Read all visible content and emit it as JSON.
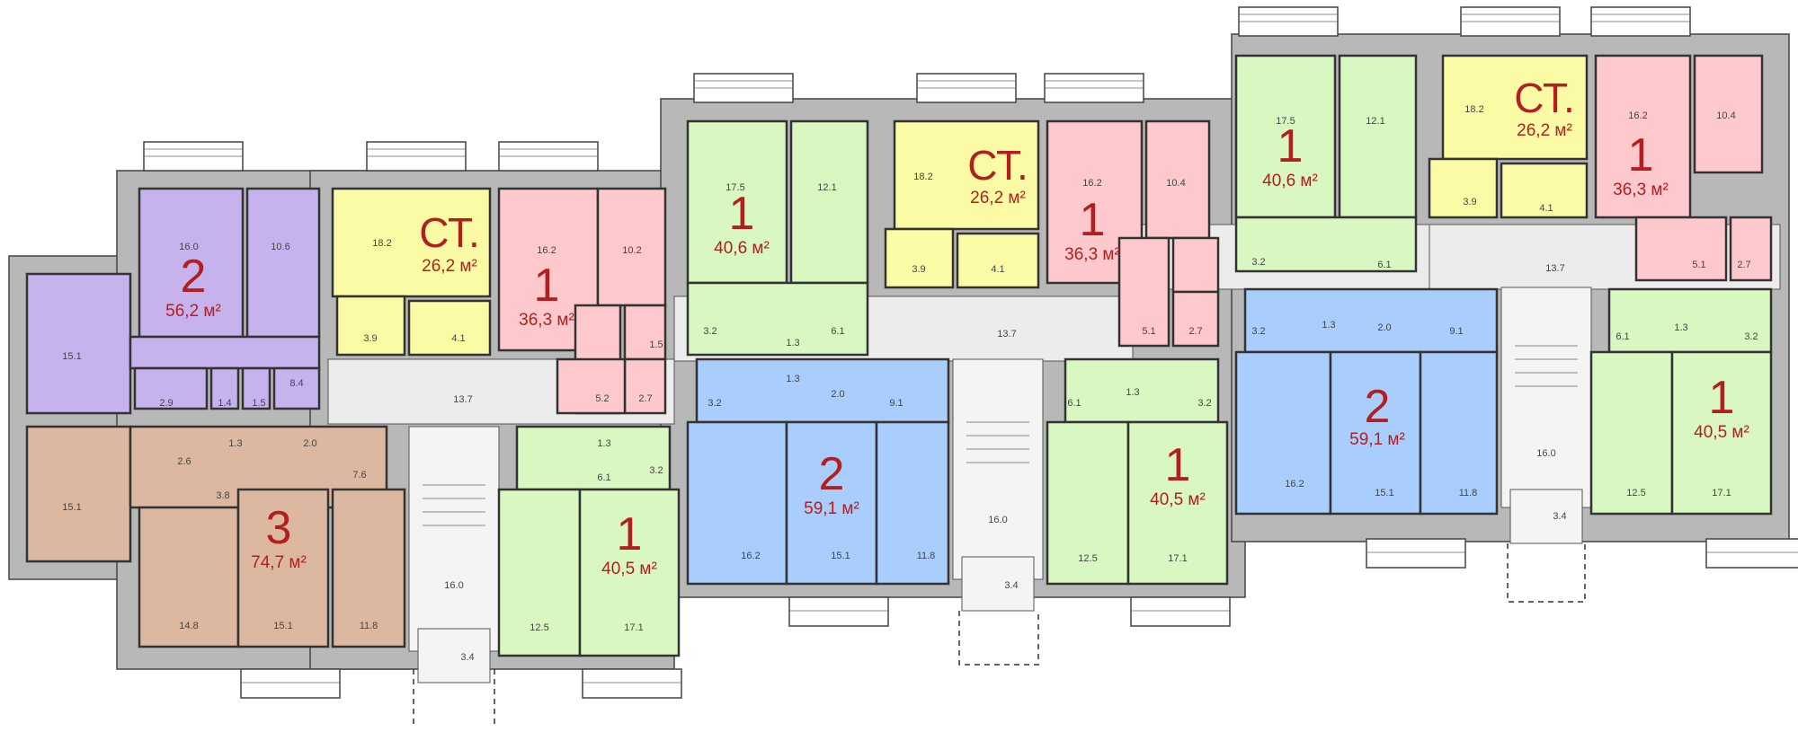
{
  "colors": {
    "one_room": "#d9f7c0",
    "one_room_alt": "#fdc9cc",
    "studio": "#fbfba6",
    "two_room_a": "#c6b3ee",
    "two_room_b": "#a9cdfc",
    "three_room": "#dcb8a1",
    "corridor": "#ececec",
    "wall": "#b8b8b8",
    "label": "#b41e1e"
  },
  "apartments": [
    {
      "id": "a2_left",
      "rooms_label": "2",
      "area": "56,2 м²",
      "color_key": "two_room_a"
    },
    {
      "id": "st_1",
      "rooms_label": "СТ.",
      "area": "26,2 м²",
      "color_key": "studio"
    },
    {
      "id": "a1_pink_1",
      "rooms_label": "1",
      "area": "36,3 м²",
      "color_key": "one_room_alt"
    },
    {
      "id": "a3",
      "rooms_label": "3",
      "area": "74,7 м²",
      "color_key": "three_room"
    },
    {
      "id": "a1_green_1",
      "rooms_label": "1",
      "area": "40,5 м²",
      "color_key": "one_room"
    },
    {
      "id": "a1_green_2",
      "rooms_label": "1",
      "area": "40,6 м²",
      "color_key": "one_room"
    },
    {
      "id": "st_2",
      "rooms_label": "СТ.",
      "area": "26,2 м²",
      "color_key": "studio"
    },
    {
      "id": "a1_pink_2",
      "rooms_label": "1",
      "area": "36,3 м²",
      "color_key": "one_room_alt"
    },
    {
      "id": "a2_blue_1",
      "rooms_label": "2",
      "area": "59,1 м²",
      "color_key": "two_room_b"
    },
    {
      "id": "a1_green_3",
      "rooms_label": "1",
      "area": "40,5 м²",
      "color_key": "one_room"
    },
    {
      "id": "a1_green_4",
      "rooms_label": "1",
      "area": "40,6 м²",
      "color_key": "one_room"
    },
    {
      "id": "st_3",
      "rooms_label": "СТ.",
      "area": "26,2 м²",
      "color_key": "studio"
    },
    {
      "id": "a1_pink_3",
      "rooms_label": "1",
      "area": "36,3 м²",
      "color_key": "one_room_alt"
    },
    {
      "id": "a2_blue_2",
      "rooms_label": "2",
      "area": "59,1 м²",
      "color_key": "two_room_b"
    },
    {
      "id": "a1_green_5",
      "rooms_label": "1",
      "area": "40,5 м²",
      "color_key": "one_room"
    }
  ],
  "room_areas": [
    "16.0",
    "10.6",
    "15.1",
    "8.4",
    "2.9",
    "1.4",
    "1.5",
    "18.2",
    "3.9",
    "4.1",
    "16.2",
    "10.2",
    "5.2",
    "2.7",
    "1.5",
    "15.1",
    "2.6",
    "1.3",
    "2.0",
    "7.6",
    "3.8",
    "14.8",
    "15.1",
    "11.8",
    "13.7",
    "16.0",
    "3.4",
    "1.3",
    "6.1",
    "3.2",
    "12.5",
    "17.1",
    "17.5",
    "12.1",
    "3.2",
    "1.3",
    "6.1",
    "3.2",
    "1.3",
    "2.0",
    "9.1",
    "16.2",
    "15.1",
    "11.8",
    "18.2",
    "3.9",
    "4.1",
    "13.7",
    "16.0",
    "3.4",
    "16.2",
    "10.4",
    "5.1",
    "2.7",
    "6.1",
    "1.3",
    "3.2",
    "12.5",
    "17.1",
    "17.5",
    "12.1",
    "3.2",
    "6.1",
    "3.2",
    "1.3",
    "2.0",
    "9.1",
    "16.2",
    "15.1",
    "11.8",
    "18.2",
    "3.9",
    "4.1",
    "13.7",
    "16.0",
    "3.4",
    "16.2",
    "10.4",
    "5.1",
    "2.7",
    "6.1",
    "1.3",
    "3.2",
    "12.5",
    "17.1"
  ]
}
